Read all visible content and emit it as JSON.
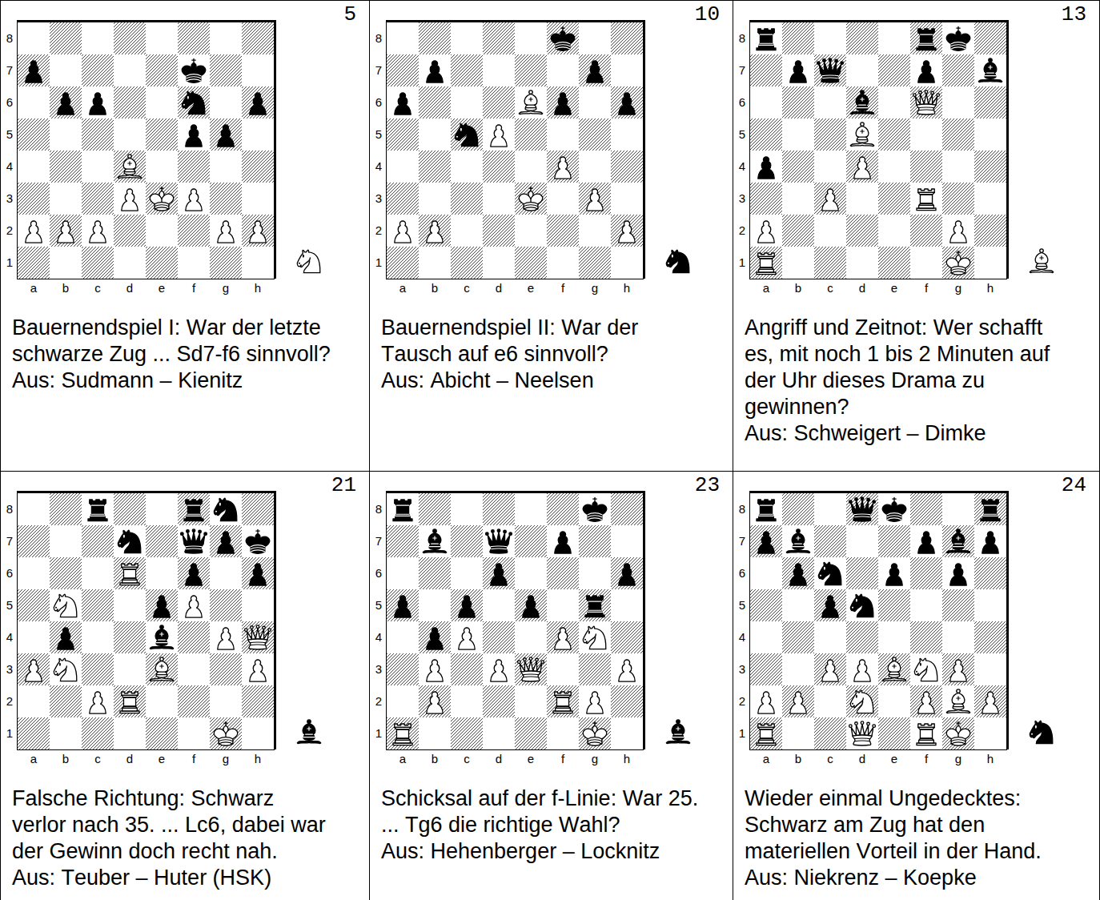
{
  "diagram": {
    "nodes": [
      {
        "text": [
          "5",
          "8",
          "7",
          "6",
          "5",
          "4",
          "3",
          "2",
          "1",
          "a",
          "b",
          "c",
          "d",
          "e",
          "f",
          "g",
          "h",
          "Bauernendspiel I: War der letzte schwarze Zug ... Sd7-f6 sinnvoll?",
          "Aus: Sudmann – Kienitz"
        ]
      },
      {
        "text": [
          "10",
          "8",
          "7",
          "6",
          "5",
          "4",
          "3",
          "2",
          "1",
          "a",
          "b",
          "c",
          "d",
          "e",
          "f",
          "g",
          "h",
          "Bauernendspiel II: War der Tausch auf e6 sinnvoll?",
          "Aus: Abicht – Neelsen"
        ]
      },
      {
        "text": [
          "13",
          "8",
          "7",
          "6",
          "5",
          "4",
          "3",
          "2",
          "1",
          "a",
          "b",
          "c",
          "d",
          "e",
          "f",
          "g",
          "h",
          "Angriff und Zeitnot: Wer schafft es, mit noch 1 bis 2 Minuten auf der Uhr dieses Drama zu gewinnen?",
          "Aus: Schweigert – Dimke"
        ]
      },
      {
        "text": [
          "21",
          "8",
          "7",
          "6",
          "5",
          "4",
          "3",
          "2",
          "1",
          "a",
          "b",
          "c",
          "d",
          "e",
          "f",
          "g",
          "h",
          "Falsche Richtung: Schwarz verlor nach 35. ... Lc6, dabei war der Gewinn doch recht nah.",
          "Aus: Teuber – Huter (HSK)"
        ]
      },
      {
        "text": [
          "23",
          "8",
          "7",
          "6",
          "5",
          "4",
          "3",
          "2",
          "1",
          "a",
          "b",
          "c",
          "d",
          "e",
          "f",
          "g",
          "h",
          "Schicksal auf der f-Linie: War 25. ... Tg6 die richtige Wahl?",
          "Aus: Hehenberger – Locknitz"
        ]
      },
      {
        "text": [
          "24",
          "8",
          "7",
          "6",
          "5",
          "4",
          "3",
          "2",
          "1",
          "a",
          "b",
          "c",
          "d",
          "e",
          "f",
          "g",
          "h",
          "Wieder einmal Ungedecktes: Schwarz am Zug hat den materiellen Vorteil in der Hand.",
          "Aus: Niekrenz – Koepke"
        ]
      }
    ]
  }
}
